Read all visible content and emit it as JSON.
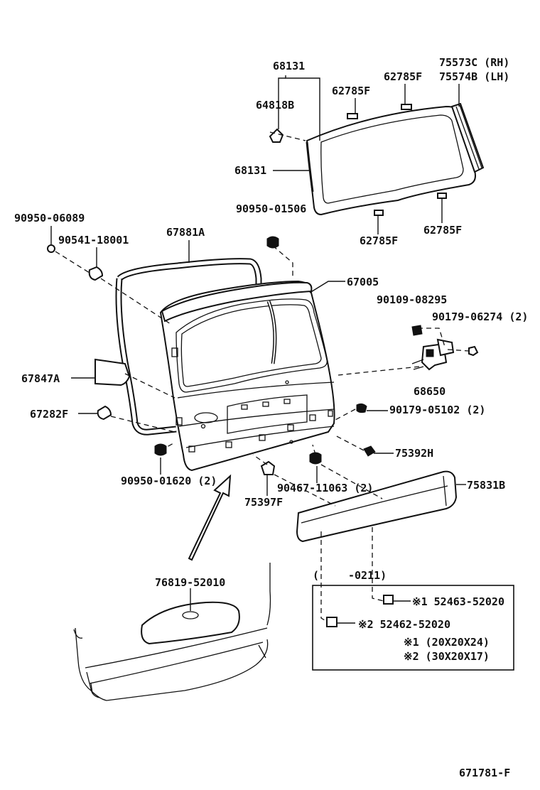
{
  "labels": {
    "p68131_top": "68131",
    "p75573c": "75573C (RH)",
    "p75574b": "75574B (LH)",
    "p62785f_a": "62785F",
    "p62785f_b": "62785F",
    "p62785f_c": "62785F",
    "p62785f_d": "62785F",
    "p64818b": "64818B",
    "p68131_side": "68131",
    "p90950_06089": "90950-06089",
    "p90950_01506": "90950-01506",
    "p90541_18001": "90541-18001",
    "p67881a": "67881A",
    "p67005": "67005",
    "p90109_08295": "90109-08295",
    "p90179_06274": "90179-06274 (2)",
    "p67847a": "67847A",
    "p68650": "68650",
    "p67282f": "67282F",
    "p90179_05102": "90179-05102 (2)",
    "p75392h": "75392H",
    "p90950_01620": "90950-01620 (2)",
    "p90467_11063": "90467-11063 (2)",
    "p75831b": "75831B",
    "p75397f": "75397F",
    "p76819_52010": "76819-52010"
  },
  "inset": {
    "paren_open": "(",
    "period": "-0211)",
    "item1": "※1 52463-52020",
    "item2": "※2 52462-52020",
    "note1": "※1  (20X20X24)",
    "note2": "※2  (30X20X17)"
  },
  "figure_id": "671781-F"
}
